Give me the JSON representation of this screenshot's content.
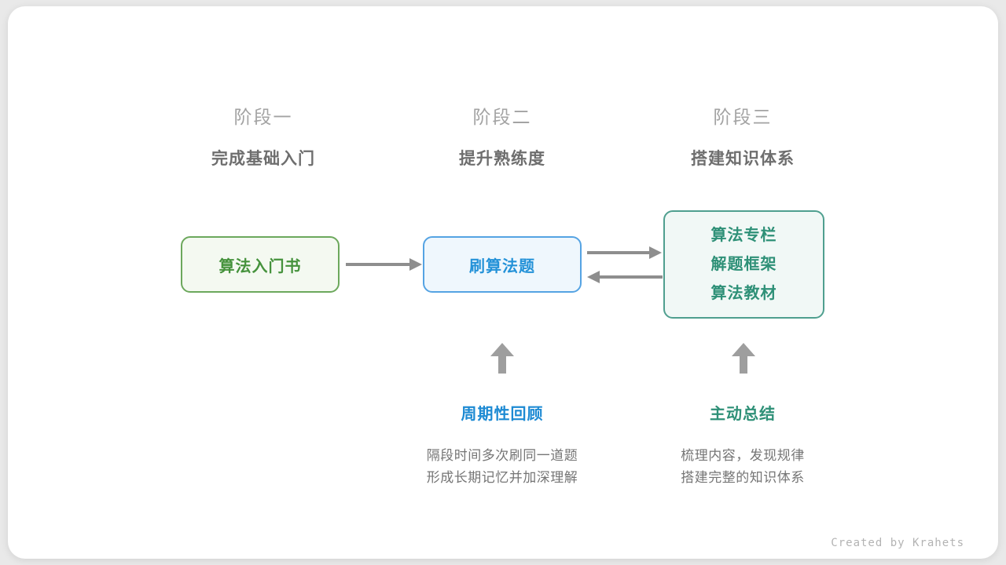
{
  "colors": {
    "page_background": "#e9e9e9",
    "card_background": "#ffffff",
    "stage_label": "#a3a3a3",
    "stage_title": "#6e6e6e",
    "green_border": "#6ca85c",
    "green_text": "#45923c",
    "green_bg": "#f4f9f1",
    "blue_border": "#55a3e3",
    "blue_text": "#2492d8",
    "blue_bg": "#eff7fd",
    "teal_border": "#4f9f8f",
    "teal_text": "#2e9077",
    "teal_bg": "#f1f8f6",
    "arrow": "#8e8e8e",
    "annotation_blue": "#1d8ad3",
    "annotation_teal": "#2e9077",
    "body_text": "#757575",
    "credit_text": "#b3b3b3"
  },
  "stages": [
    {
      "label": "阶段一",
      "title": "完成基础入门"
    },
    {
      "label": "阶段二",
      "title": "提升熟练度"
    },
    {
      "label": "阶段三",
      "title": "搭建知识体系"
    }
  ],
  "boxes": {
    "intro_book": {
      "label": "算法入门书"
    },
    "practice": {
      "label": "刷算法题"
    },
    "resources": {
      "lines": [
        "算法专栏",
        "解题框架",
        "算法教材"
      ]
    }
  },
  "annotations": {
    "review": {
      "title": "周期性回顾",
      "line1": "隔段时间多次刷同一道题",
      "line2": "形成长期记忆并加深理解"
    },
    "summary": {
      "title": "主动总结",
      "line1": "梳理内容，发现规律",
      "line2": "搭建完整的知识体系"
    }
  },
  "credit": "Created by Krahets"
}
